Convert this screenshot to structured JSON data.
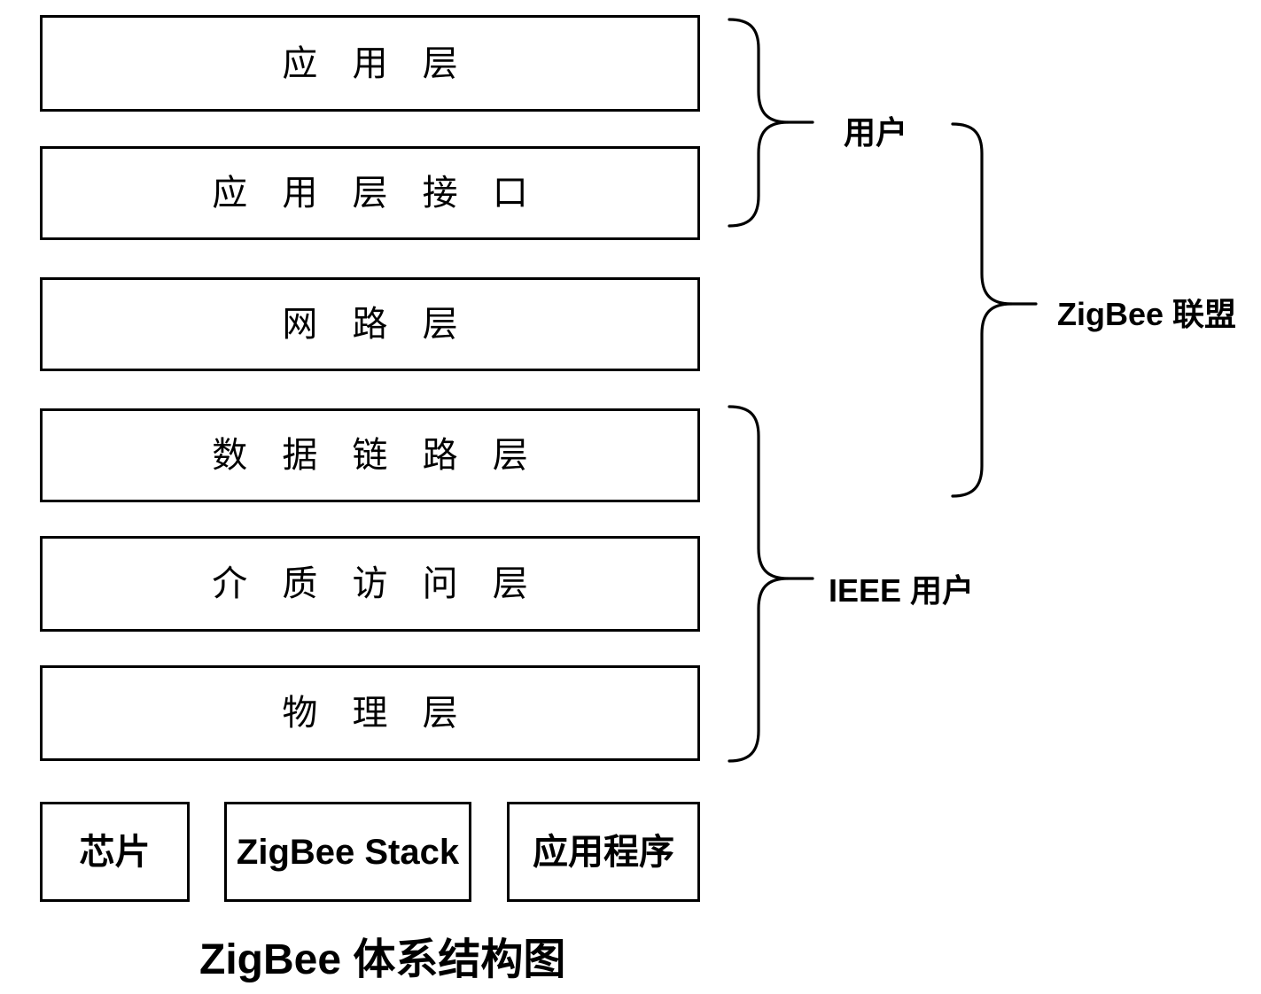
{
  "diagram": {
    "title": "ZigBee 体系结构图",
    "type": "stack-architecture",
    "background_color": "#ffffff",
    "line_color": "#000000",
    "layers": [
      {
        "id": "application",
        "label": "应 用 层"
      },
      {
        "id": "application-interface",
        "label": "应 用 层 接 口"
      },
      {
        "id": "network",
        "label": "网 路 层"
      },
      {
        "id": "data-link",
        "label": "数 据 链 路 层"
      },
      {
        "id": "medium-access",
        "label": "介 质 访 问 层"
      },
      {
        "id": "physical",
        "label": "物 理 层"
      }
    ],
    "groups": [
      {
        "id": "user",
        "label": "用户",
        "spans": "应 用 层 – 应 用 层 接 口"
      },
      {
        "id": "zigbee-alliance",
        "label": "ZigBee 联盟",
        "spans": "应 用 层 接 口 – 数 据 链 路 层"
      },
      {
        "id": "ieee-user",
        "label": "IEEE 用户",
        "spans": "数 据 链 路 层 – 物 理 层"
      }
    ],
    "legend": [
      {
        "id": "chip",
        "label": "芯片"
      },
      {
        "id": "zigbee-stack",
        "label": "ZigBee Stack"
      },
      {
        "id": "application-program",
        "label": "应用程序"
      }
    ]
  }
}
